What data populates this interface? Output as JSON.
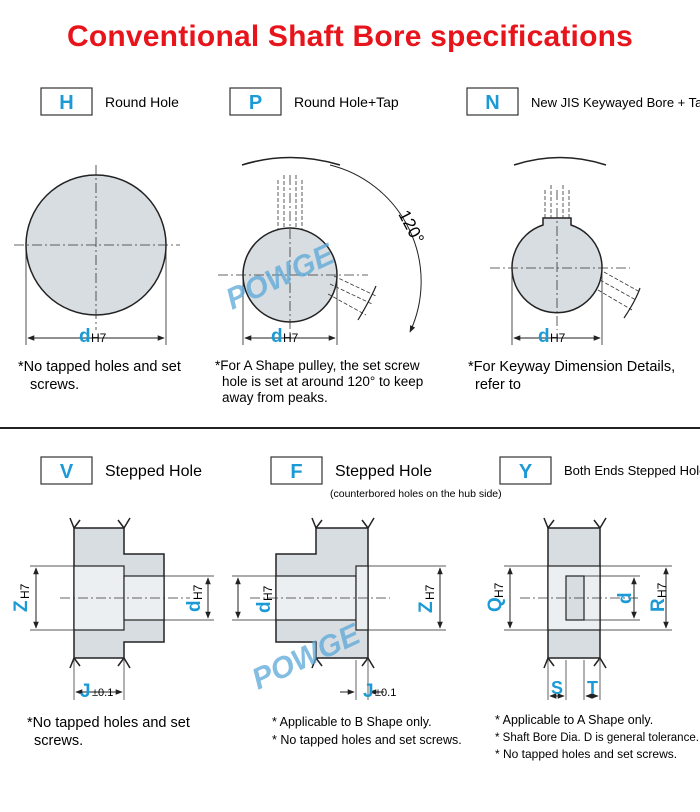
{
  "title": "Conventional Shaft Bore specifications",
  "colors": {
    "title": "#e8141c",
    "code": "#1c9ad6",
    "fill": "#d8dde2",
    "line": "#222222",
    "watermark": "#5aa7d8"
  },
  "watermark": "POWGE",
  "types": [
    {
      "code": "H",
      "name": "Round Hole",
      "notes": [
        "*No tapped holes and set",
        "screws."
      ]
    },
    {
      "code": "P",
      "name": "Round Hole+Tap",
      "notes": [
        "*For A Shape pulley, the set screw",
        "hole is set at around 120° to keep",
        "away from peaks."
      ]
    },
    {
      "code": "N",
      "name": "New JIS Keywayed Bore + Tap",
      "notes": [
        "*For Keyway Dimension Details,",
        "refer to"
      ]
    },
    {
      "code": "V",
      "name": "Stepped Hole",
      "notes": [
        "*No tapped holes and set",
        "screws."
      ]
    },
    {
      "code": "F",
      "name": "Stepped Hole",
      "sub": "(counterbored holes on the hub side)",
      "notes": [
        "* Applicable to B Shape only.",
        "* No tapped holes and set screws."
      ]
    },
    {
      "code": "Y",
      "name": "Both Ends Stepped Hole",
      "notes": [
        "* Applicable to A Shape only.",
        "* Shaft Bore Dia. D is general tolerance.",
        "* No tapped holes and set screws."
      ]
    }
  ],
  "dims": {
    "d": "d",
    "Z": "Z",
    "J": "J",
    "Q": "Q",
    "R": "R",
    "S": "S",
    "T": "T",
    "H7": "H7",
    "tol": "±0.1",
    "angle": "120°"
  }
}
